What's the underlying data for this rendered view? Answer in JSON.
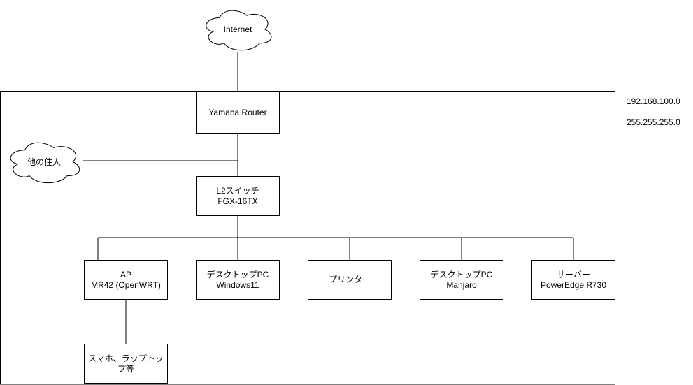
{
  "diagram": {
    "type": "network-topology",
    "internet": {
      "label": "Internet"
    },
    "other_residents": {
      "label": "他の住人"
    },
    "lan": {
      "network_address": "192.168.100.0",
      "subnet_mask": "255.255.255.0"
    },
    "nodes": {
      "router": {
        "label": "Yamaha Router"
      },
      "switch": {
        "label": "L2スイッチ\nFGX-16TX"
      },
      "ap": {
        "label": "AP\nMR42 (OpenWRT)"
      },
      "desktop_windows": {
        "label": "デスクトップPC\nWindows11"
      },
      "printer": {
        "label": "プリンター"
      },
      "desktop_manjaro": {
        "label": "デスクトップPC\nManjaro"
      },
      "server": {
        "label": "サーバー\nPowerEdge R730"
      },
      "mobile_devices": {
        "label": "スマホ、ラップトッ\nプ等"
      }
    }
  }
}
